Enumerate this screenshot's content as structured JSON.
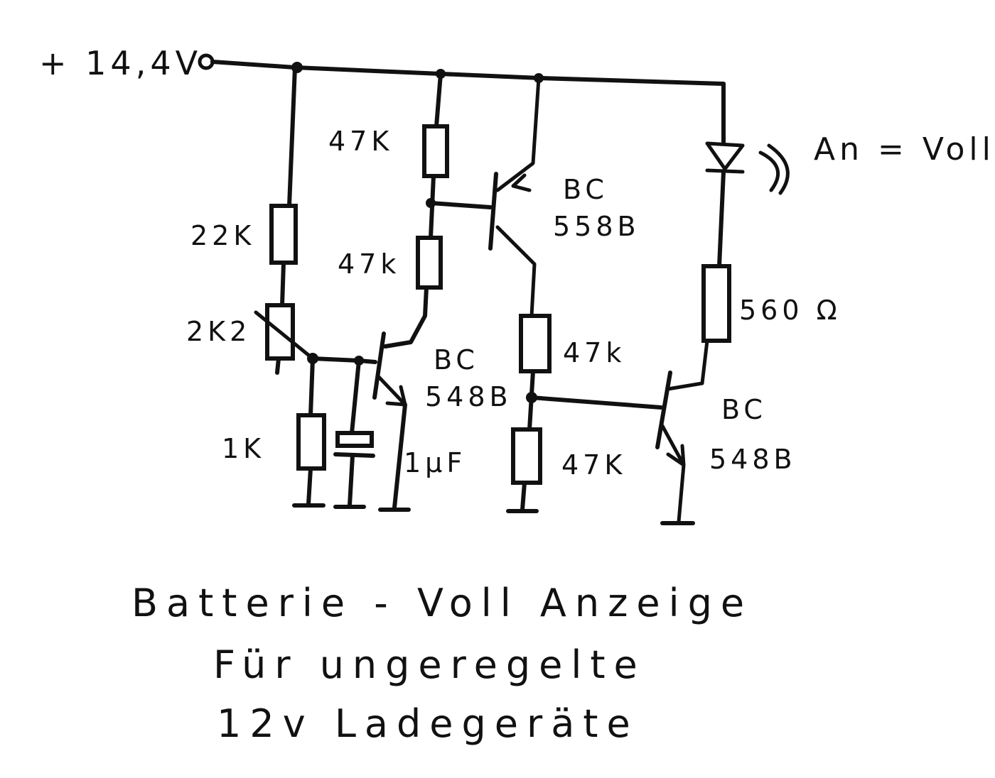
{
  "supply_label": "+ 14,4V",
  "indicator_label": "An = Voll",
  "components": {
    "r_top_left": "22K",
    "pot": "2K2",
    "r_bottom_left": "1K",
    "cap": "1µF",
    "r_div_top": "47K",
    "r_div_bottom": "47k",
    "t1": {
      "line1": "BC",
      "line2": "548B"
    },
    "t2": {
      "line1": "BC",
      "line2": "558B"
    },
    "r_t2_collector": "47k",
    "r_bias_bottom": "47K",
    "t3": {
      "line1": "BC",
      "line2": "548B"
    },
    "r_led": "560 Ω"
  },
  "title_lines": [
    "Batterie - Voll  Anzeige",
    "Für ungeregelte",
    "12v Ladegeräte"
  ]
}
